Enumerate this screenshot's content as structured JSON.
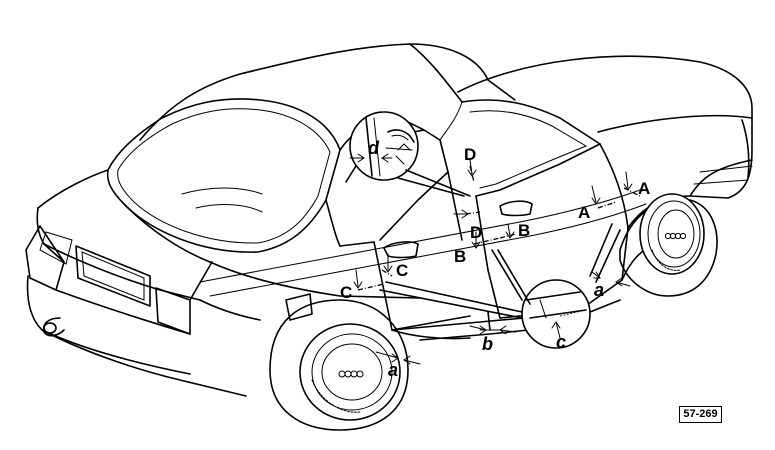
{
  "labels": {
    "A_door": "A",
    "A_rear": "A",
    "B_front": "B",
    "B_rear": "B",
    "C_left": "C",
    "C_right": "C",
    "D_top": "D",
    "D_mid": "D",
    "a_rear": "a",
    "a_front": "a",
    "b": "b",
    "c": "c",
    "d": "d"
  },
  "reference": "57-269"
}
